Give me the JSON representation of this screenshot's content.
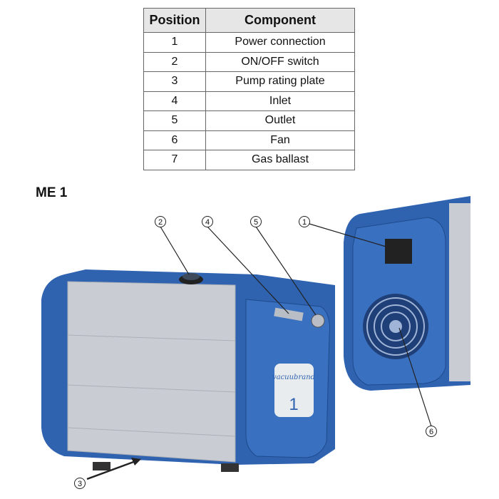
{
  "table": {
    "headers": [
      "Position",
      "Component"
    ],
    "rows": [
      [
        "1",
        "Power connection"
      ],
      [
        "2",
        "ON/OFF switch"
      ],
      [
        "3",
        "Pump rating plate"
      ],
      [
        "4",
        "Inlet"
      ],
      [
        "5",
        "Outlet"
      ],
      [
        "6",
        "Fan"
      ],
      [
        "7",
        "Gas ballast"
      ]
    ]
  },
  "figure": {
    "title": "ME 1",
    "brand_label": "vacuubrand",
    "model_label": "1",
    "callouts": [
      "1",
      "2",
      "3",
      "4",
      "5",
      "6"
    ]
  },
  "colors": {
    "blue": "#2f63b0",
    "silver": "#c9cdd3"
  }
}
